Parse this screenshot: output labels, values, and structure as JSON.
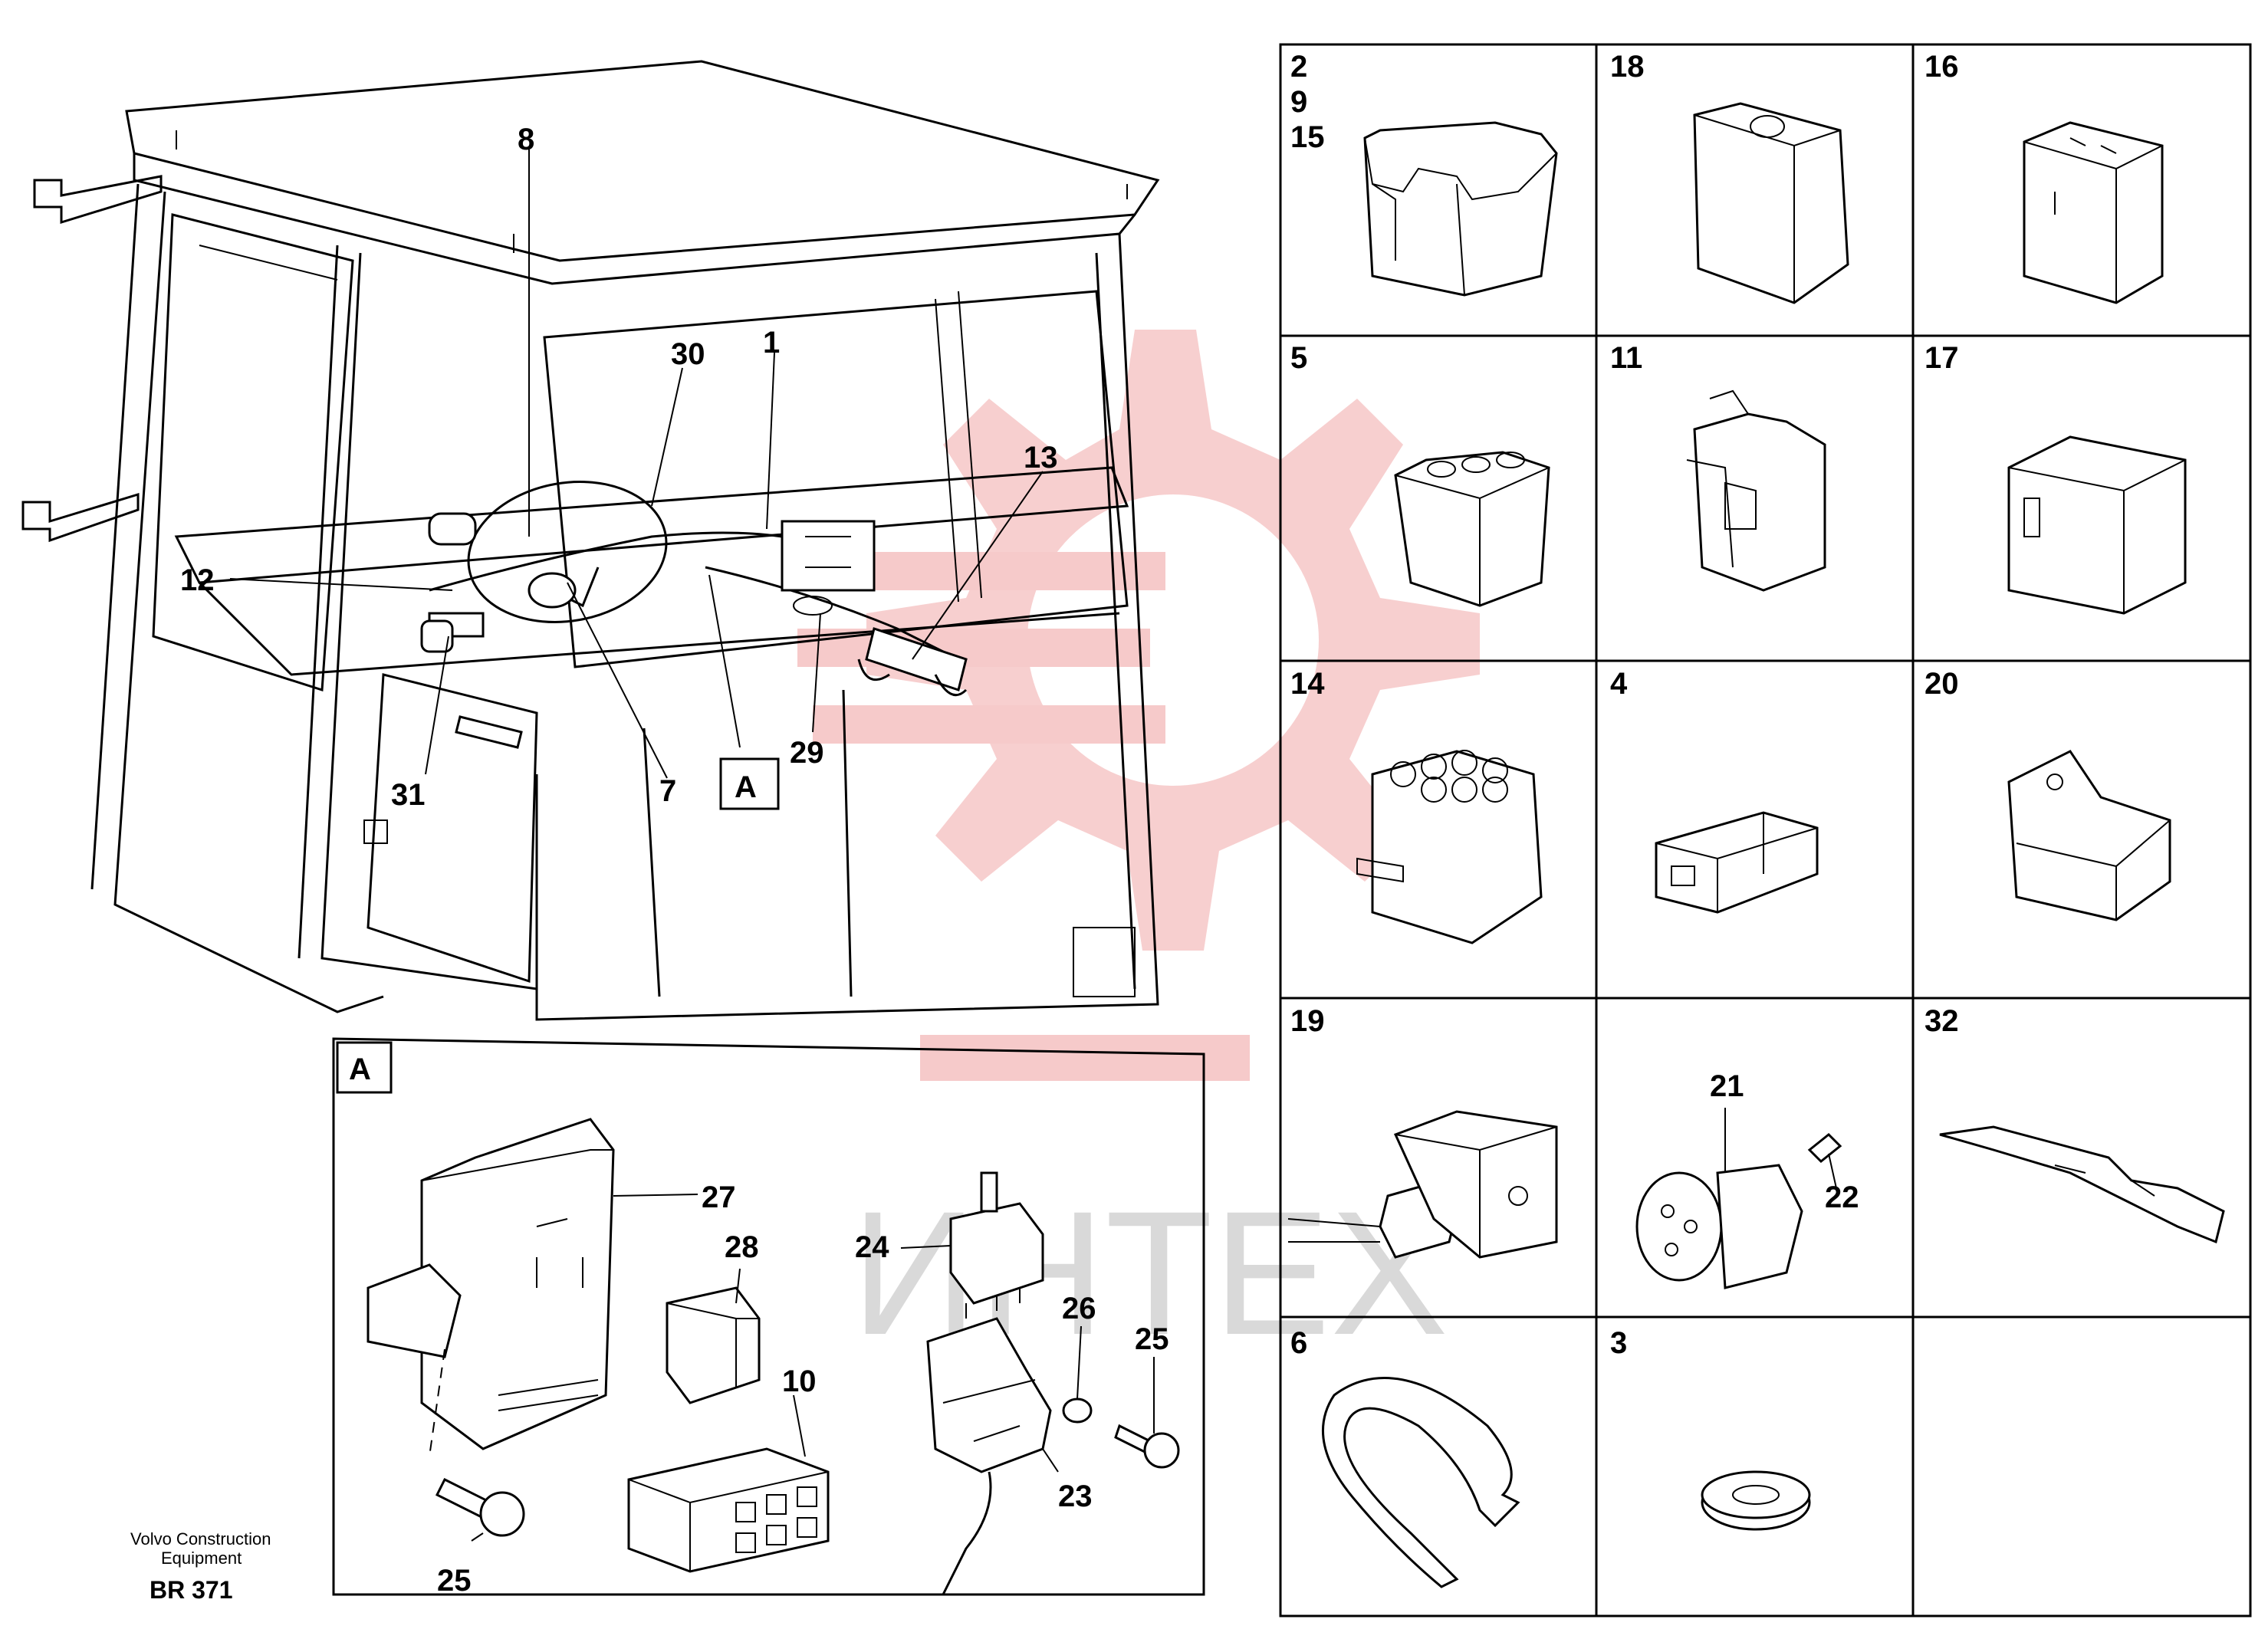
{
  "watermark": {
    "text": "ИНТЕХ",
    "gear_color": "#f6caca"
  },
  "cab": {
    "callouts": [
      "8",
      "30",
      "1",
      "13",
      "12",
      "31",
      "7",
      "29"
    ],
    "detail_ref": "A"
  },
  "detail_a": {
    "label": "A",
    "callouts": [
      "27",
      "28",
      "10",
      "24",
      "26",
      "25",
      "23",
      "25"
    ]
  },
  "grid": {
    "cells": [
      {
        "label": "2\n9\n15"
      },
      {
        "label": "18"
      },
      {
        "label": "16"
      },
      {
        "label": "5"
      },
      {
        "label": "11"
      },
      {
        "label": "17"
      },
      {
        "label": "14"
      },
      {
        "label": "4"
      },
      {
        "label": "20"
      },
      {
        "label": "19"
      },
      {
        "label": "21",
        "extra": "22"
      },
      {
        "label": "32"
      },
      {
        "label": "6"
      },
      {
        "label": "3"
      }
    ]
  },
  "footer": {
    "company_line1": "Volvo Construction",
    "company_line2": "Equipment",
    "code": "BR 371"
  }
}
